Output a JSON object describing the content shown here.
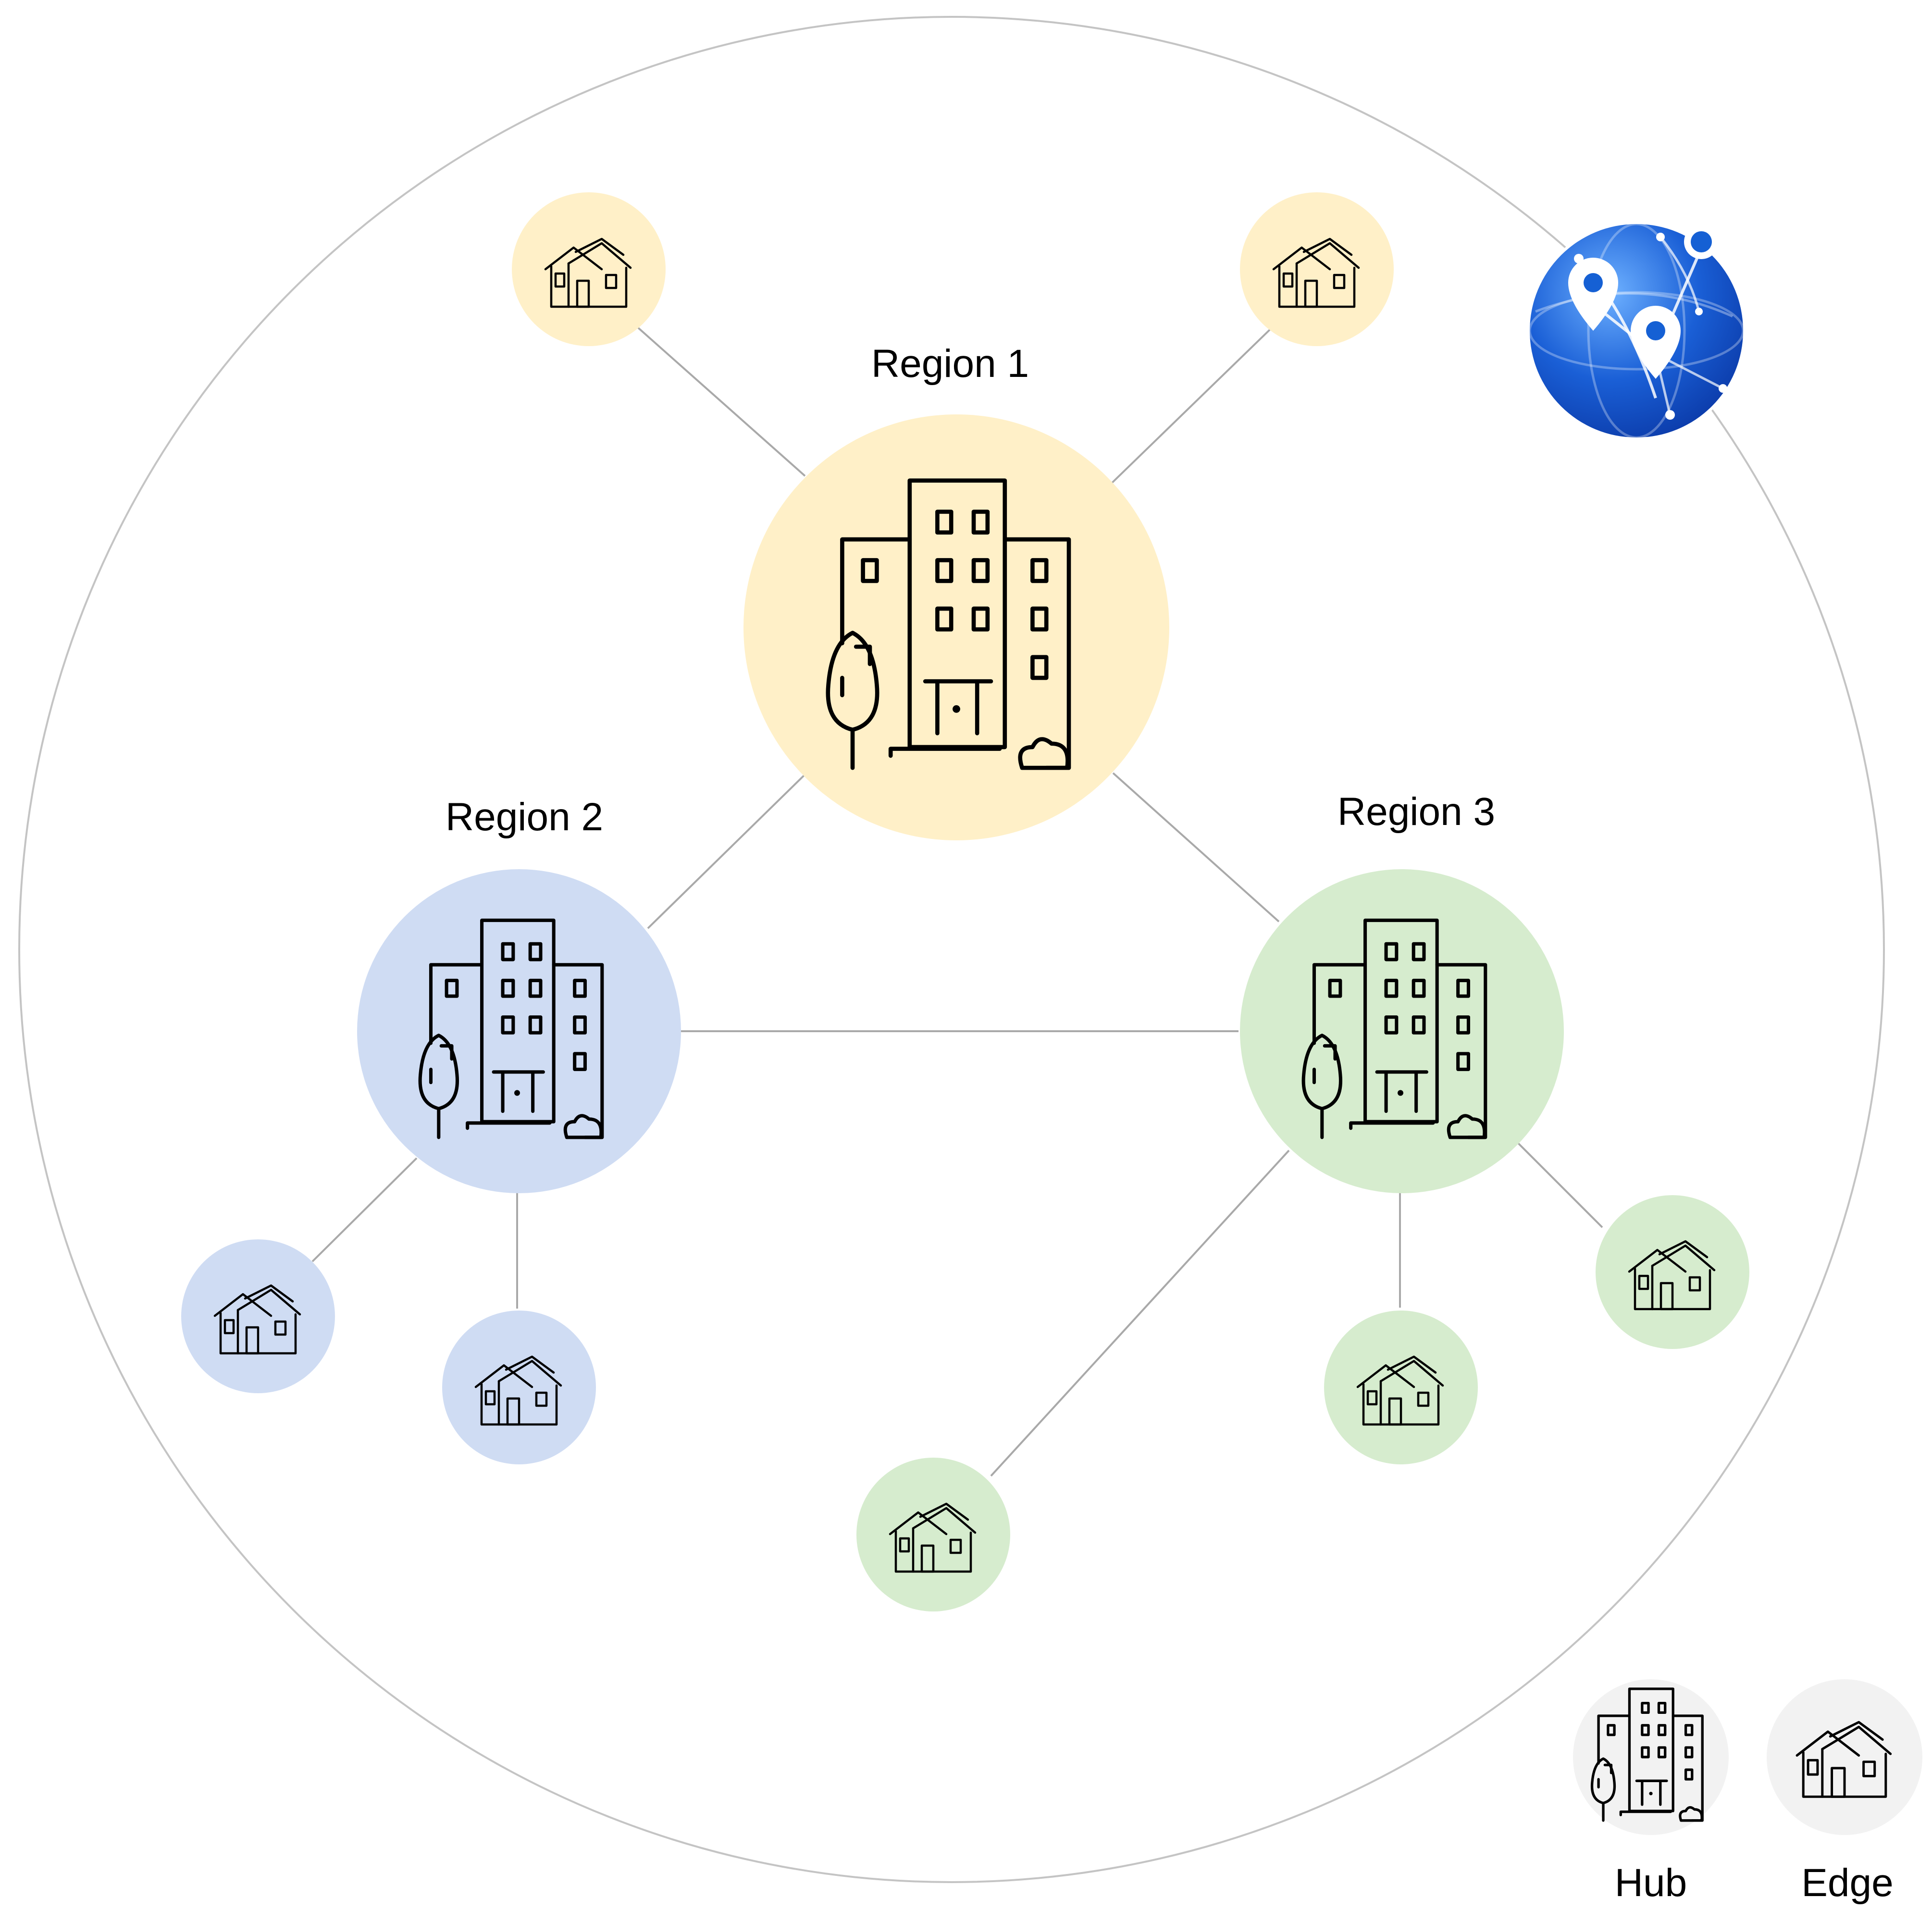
{
  "diagram": {
    "regions": [
      {
        "id": "r1",
        "label": "Region 1",
        "color": "#fff0c8"
      },
      {
        "id": "r2",
        "label": "Region 2",
        "color": "#cfdcf3"
      },
      {
        "id": "r3",
        "label": "Region 3",
        "color": "#d6ecce"
      }
    ],
    "edge_sites": [
      {
        "id": "e1a",
        "region": "r1"
      },
      {
        "id": "e1b",
        "region": "r1"
      },
      {
        "id": "e2a",
        "region": "r2"
      },
      {
        "id": "e2b",
        "region": "r2"
      },
      {
        "id": "e3a",
        "region": "r3"
      },
      {
        "id": "e3b",
        "region": "r3"
      },
      {
        "id": "e3c",
        "region": "r3"
      }
    ],
    "links": [
      [
        "r1",
        "e1a"
      ],
      [
        "r1",
        "e1b"
      ],
      [
        "r1",
        "r2"
      ],
      [
        "r1",
        "r3"
      ],
      [
        "r2",
        "r3"
      ],
      [
        "r2",
        "e2a"
      ],
      [
        "r2",
        "e2b"
      ],
      [
        "r3",
        "e3a"
      ],
      [
        "r3",
        "e3b"
      ],
      [
        "r3",
        "e3c"
      ]
    ],
    "globe_icon": "globe-with-location-pins-icon"
  },
  "legend": {
    "hub_label": "Hub",
    "edge_label": "Edge",
    "hub_icon": "office-building-icon",
    "edge_icon": "house-icon",
    "swatch_color": "#f2f2f2"
  }
}
